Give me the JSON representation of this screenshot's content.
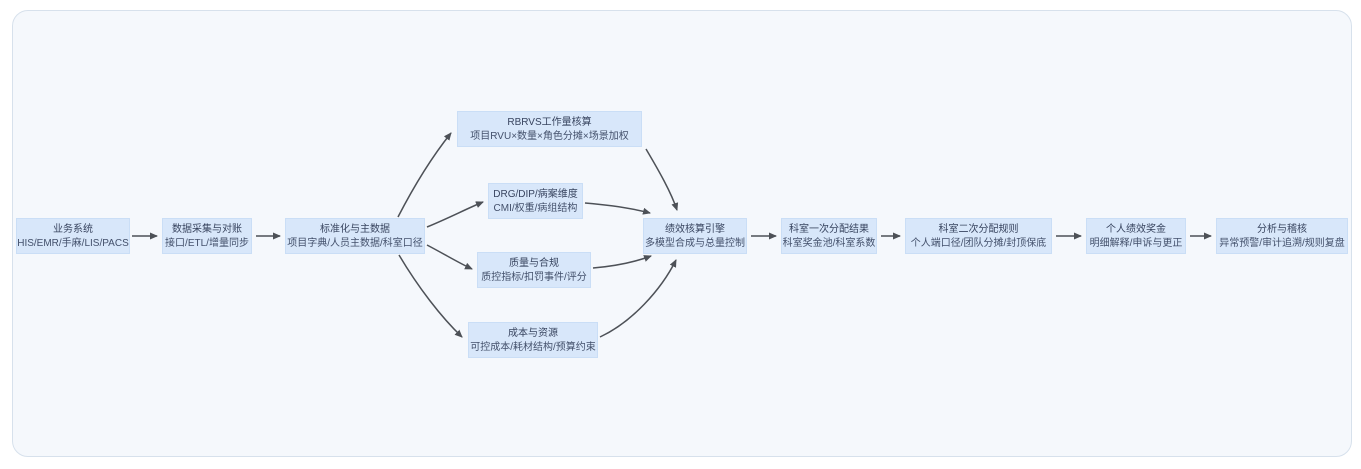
{
  "palette": {
    "panel_bg": "#f5f8fc",
    "panel_border": "#d7e1ec",
    "node_fill": "#d8e7fa",
    "node_border": "#cadef6",
    "node_text": "#3d4a66",
    "arrow": "#4d5157"
  },
  "nodes": [
    {
      "id": "biz",
      "title": "业务系统",
      "subtitle": "HIS/EMR/手麻/LIS/PACS"
    },
    {
      "id": "collect",
      "title": "数据采集与对账",
      "subtitle": "接口/ETL/增量同步"
    },
    {
      "id": "standard",
      "title": "标准化与主数据",
      "subtitle": "项目字典/人员主数据/科室口径"
    },
    {
      "id": "rbrvs",
      "title": "RBRVS工作量核算",
      "subtitle": "项目RVU×数量×角色分摊×场景加权"
    },
    {
      "id": "drg",
      "title": "DRG/DIP/病案维度",
      "subtitle": "CMI/权重/病组结构"
    },
    {
      "id": "quality",
      "title": "质量与合规",
      "subtitle": "质控指标/扣罚事件/评分"
    },
    {
      "id": "cost",
      "title": "成本与资源",
      "subtitle": "可控成本/耗材结构/预算约束"
    },
    {
      "id": "engine",
      "title": "绩效核算引擎",
      "subtitle": "多模型合成与总量控制"
    },
    {
      "id": "dept1",
      "title": "科室一次分配结果",
      "subtitle": "科室奖金池/科室系数"
    },
    {
      "id": "dept2",
      "title": "科室二次分配规则",
      "subtitle": "个人端口径/团队分摊/封顶保底"
    },
    {
      "id": "personal",
      "title": "个人绩效奖金",
      "subtitle": "明细解释/申诉与更正"
    },
    {
      "id": "audit",
      "title": "分析与稽核",
      "subtitle": "异常预警/审计追溯/规则复盘"
    }
  ],
  "edges": [
    {
      "from": "biz",
      "to": "collect"
    },
    {
      "from": "collect",
      "to": "standard"
    },
    {
      "from": "standard",
      "to": "rbrvs"
    },
    {
      "from": "standard",
      "to": "drg"
    },
    {
      "from": "standard",
      "to": "quality"
    },
    {
      "from": "standard",
      "to": "cost"
    },
    {
      "from": "rbrvs",
      "to": "engine"
    },
    {
      "from": "drg",
      "to": "engine"
    },
    {
      "from": "quality",
      "to": "engine"
    },
    {
      "from": "cost",
      "to": "engine"
    },
    {
      "from": "engine",
      "to": "dept1"
    },
    {
      "from": "dept1",
      "to": "dept2"
    },
    {
      "from": "dept2",
      "to": "personal"
    },
    {
      "from": "personal",
      "to": "audit"
    }
  ]
}
